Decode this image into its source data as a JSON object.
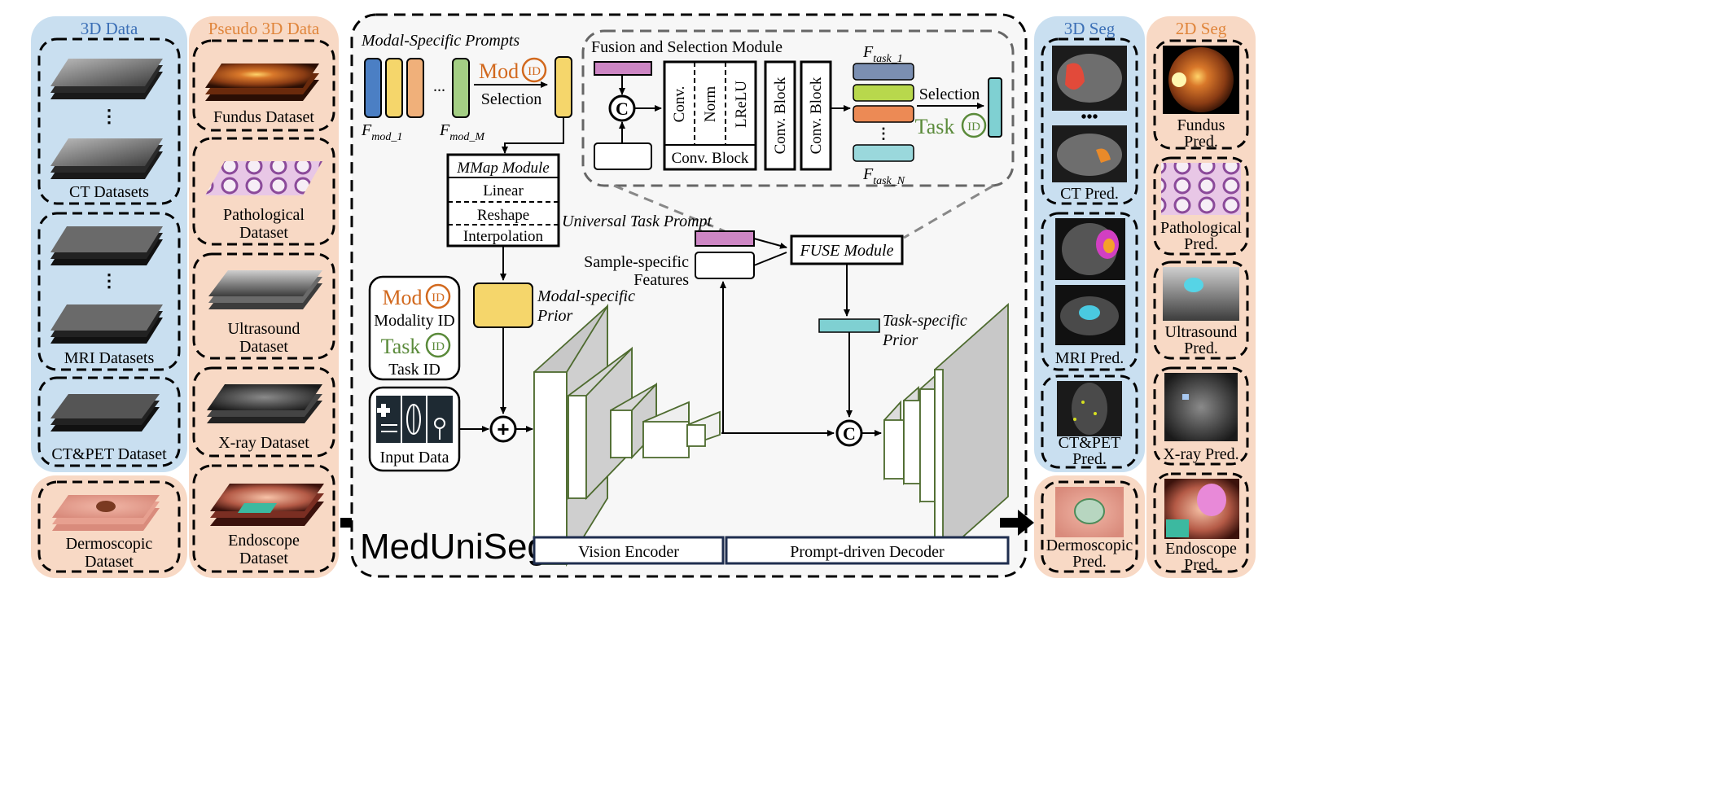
{
  "title": "MedUniSeg",
  "columns": {
    "data3d": {
      "title": "3D Data",
      "items": [
        "CT Datasets",
        "MRI Datasets",
        "CT&PET Dataset"
      ]
    },
    "pseudo3d": {
      "title": "Pseudo 3D Data",
      "items": [
        "Fundus Dataset",
        "Pathological",
        "Dataset",
        "Ultrasound",
        "Dataset",
        "X-ray Dataset",
        "Endoscope",
        "Dataset"
      ]
    },
    "dermo": {
      "line1": "Dermoscopic",
      "line2": "Dataset"
    },
    "seg3d": {
      "title": "3D Seg",
      "items": [
        "CT Pred.",
        "MRI Pred.",
        "CT&PET",
        "Pred."
      ]
    },
    "seg2d": {
      "title": "2D Seg",
      "items": [
        "Fundus",
        "Pred.",
        "Pathological",
        "Pred.",
        "Ultrasound",
        "Pred.",
        "X-ray Pred.",
        "Endoscope",
        "Pred."
      ]
    },
    "dermo_pred": {
      "line1": "Dermoscopic",
      "line2": "Pred."
    }
  },
  "prompts": {
    "modal_specific_title": "Modal-Specific Prompts",
    "f_mod_1": "F",
    "f_mod_1_sub": "mod_1",
    "f_mod_M": "F",
    "f_mod_M_sub": "mod_M",
    "ellipsis": "...",
    "mod_label": "Mod",
    "id_label": "ID",
    "selection": "Selection",
    "task_label": "Task"
  },
  "fusion": {
    "title": "Fusion and Selection Module",
    "conv": "Conv.",
    "norm": "Norm",
    "lrelu": "LReLU",
    "conv_block": "Conv. Block",
    "f_task_1": "F",
    "f_task_1_sub": "task_1",
    "f_task_N": "F",
    "f_task_N_sub": "task_N",
    "selection": "Selection",
    "c_symbol": "C"
  },
  "mmap": {
    "title": "MMap Module",
    "linear": "Linear",
    "reshape": "Reshape",
    "interp": "Interpolation"
  },
  "labels": {
    "universal_task_prompt": "Universal Task Prompt",
    "sample_specific_1": "Sample-specific",
    "sample_specific_2": "Features",
    "fuse_module": "FUSE Module",
    "modal_prior_1": "Modal-specific",
    "modal_prior_2": "Prior",
    "task_prior_1": "Task-specific",
    "task_prior_2": "Prior",
    "modality_id": "Modality ID",
    "task_id": "Task ID",
    "input_data": "Input Data",
    "vision_encoder": "Vision Encoder",
    "prompt_decoder": "Prompt-driven Decoder",
    "plus": "+",
    "c": "C"
  },
  "colors": {
    "blue_panel": "#c9dff0",
    "orange_panel": "#f8d9c5",
    "title_blue": "#3b6fb6",
    "title_orange": "#e0853b",
    "mod_orange": "#d2691e",
    "task_green": "#5a8a3a",
    "prompt_blue": "#4b7fc4",
    "prompt_yellow": "#f5d66b",
    "prompt_orange": "#f0b07a",
    "prompt_green": "#a4cf84",
    "task_slate": "#7b8fb2",
    "task_lime": "#b8d84c",
    "task_orange": "#ec8a55",
    "task_cyan": "#9ad8dc",
    "pink": "#cd86c4",
    "teal": "#7fd0d2",
    "navy": "#1f2e4f",
    "encoder_green": "#4e6b2f"
  }
}
